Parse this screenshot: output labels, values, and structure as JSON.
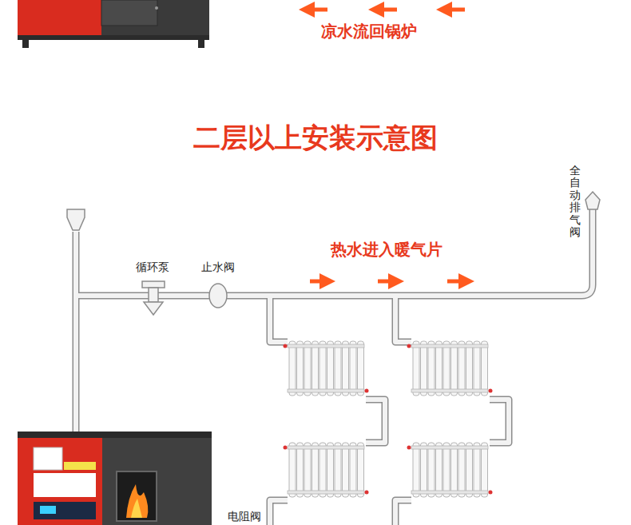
{
  "diagram": {
    "title": "二层以上安装示意图",
    "labels": [
      "凉水流回锅炉",
      "热水进入暖气片",
      "循环泵",
      "止水阀",
      "全自动排气阀",
      "电阻阀"
    ]
  }
}
